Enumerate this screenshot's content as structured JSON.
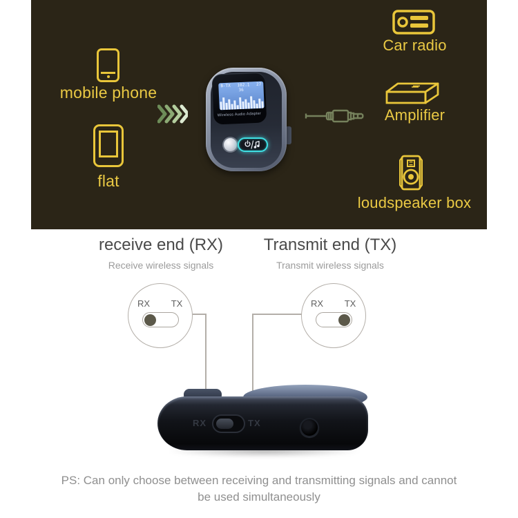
{
  "banner": {
    "labels": {
      "mobile_phone": "mobile phone",
      "flat": "flat",
      "car_radio": "Car radio",
      "amplifier": "Amplifier",
      "loudspeaker": "loudspeaker box"
    },
    "device": {
      "lcd_mode": "B-TX",
      "lcd_freq": "102.1",
      "lcd_batt": "27",
      "lcd_track": "36",
      "name_label": "Wireless Audio Adapter"
    }
  },
  "modes": {
    "receive": {
      "title": "receive end (RX)",
      "subtitle": "Receive wireless signals",
      "switch": {
        "left_label": "RX",
        "right_label": "TX"
      }
    },
    "transmit": {
      "title": "Transmit end (TX)",
      "subtitle": "Transmit wireless signals",
      "switch": {
        "left_label": "RX",
        "right_label": "TX"
      }
    }
  },
  "product_photo": {
    "rx_engraving": "RX",
    "tx_engraving": "TX"
  },
  "footnote": {
    "line1": "PS: Can only choose between receiving and transmitting signals and cannot",
    "line2": "be used simultaneously"
  },
  "colors": {
    "banner_bg": "#2b2517",
    "accent_yellow": "#e9c63a",
    "chevron_green": "#9dbb84",
    "lcd_blue": "#6f9fe0",
    "glow_cyan": "#3fe0e4"
  }
}
